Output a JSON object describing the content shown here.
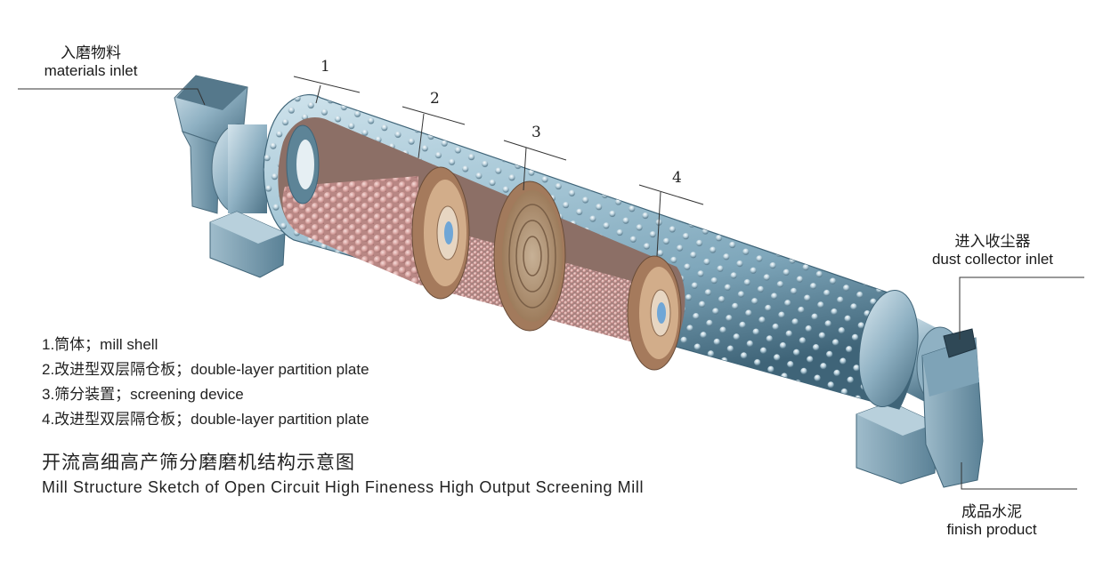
{
  "callouts": {
    "inlet": {
      "cn": "入磨物料",
      "en": "materials inlet"
    },
    "dust": {
      "cn": "进入收尘器",
      "en": "dust collector inlet"
    },
    "product": {
      "cn": "成品水泥",
      "en": "finish product"
    }
  },
  "part_numbers": [
    "1",
    "2",
    "3",
    "4"
  ],
  "legend": [
    "1.筒体；mill shell",
    "2.改进型双层隔仓板；double-layer partition plate",
    "3.筛分装置；screening device",
    "4.改进型双层隔仓板；double-layer partition plate"
  ],
  "title_cn": "开流高细高产筛分磨磨机结构示意图",
  "title_en": "Mill Structure Sketch of Open Circuit High Fineness High Output Screening Mill",
  "colors": {
    "shell": "#a9c9d8",
    "shell_dark": "#5f8aa0",
    "grinding_media": "#d9a9a6",
    "partition": "#c49a7c",
    "screen_blue": "#6fa6d6"
  }
}
